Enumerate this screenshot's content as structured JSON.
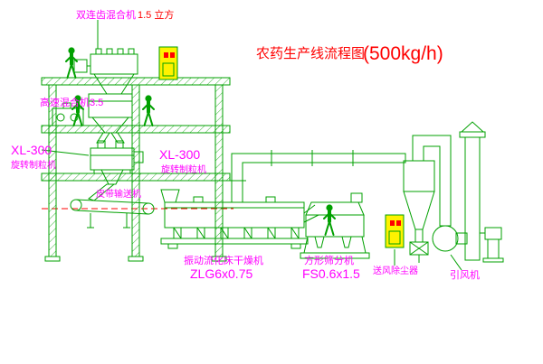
{
  "title": {
    "text": "农药生产线流程图",
    "capacity": "(500kg/h)"
  },
  "labels": {
    "double_shaft_mixer": "双连齿混合机",
    "double_shaft_mixer_spec": "1.5 立方",
    "high_speed_mixer": "高速混合机3.5",
    "granulator_left_model": "XL-300",
    "granulator_left_name": "旋转制粒机",
    "granulator_right_model": "XL-300",
    "granulator_right_name": "旋转制粒机",
    "belt_conveyor": "皮带输送机",
    "fluid_bed_dryer": "振动流化床干燥机",
    "fluid_bed_dryer_model": "ZLG6x0.75",
    "square_sifter": "方形筛分机",
    "square_sifter_model": "FS0.6x1.5",
    "air_supply_duster": "送风除尘器",
    "induced_draft_fan": "引风机"
  },
  "colors": {
    "drawing_green": "#00A000",
    "label_magenta": "#FF00FF",
    "title_red": "#FF0000",
    "cabinet_yellow": "#FFF200",
    "background": "#FFFFFF"
  }
}
